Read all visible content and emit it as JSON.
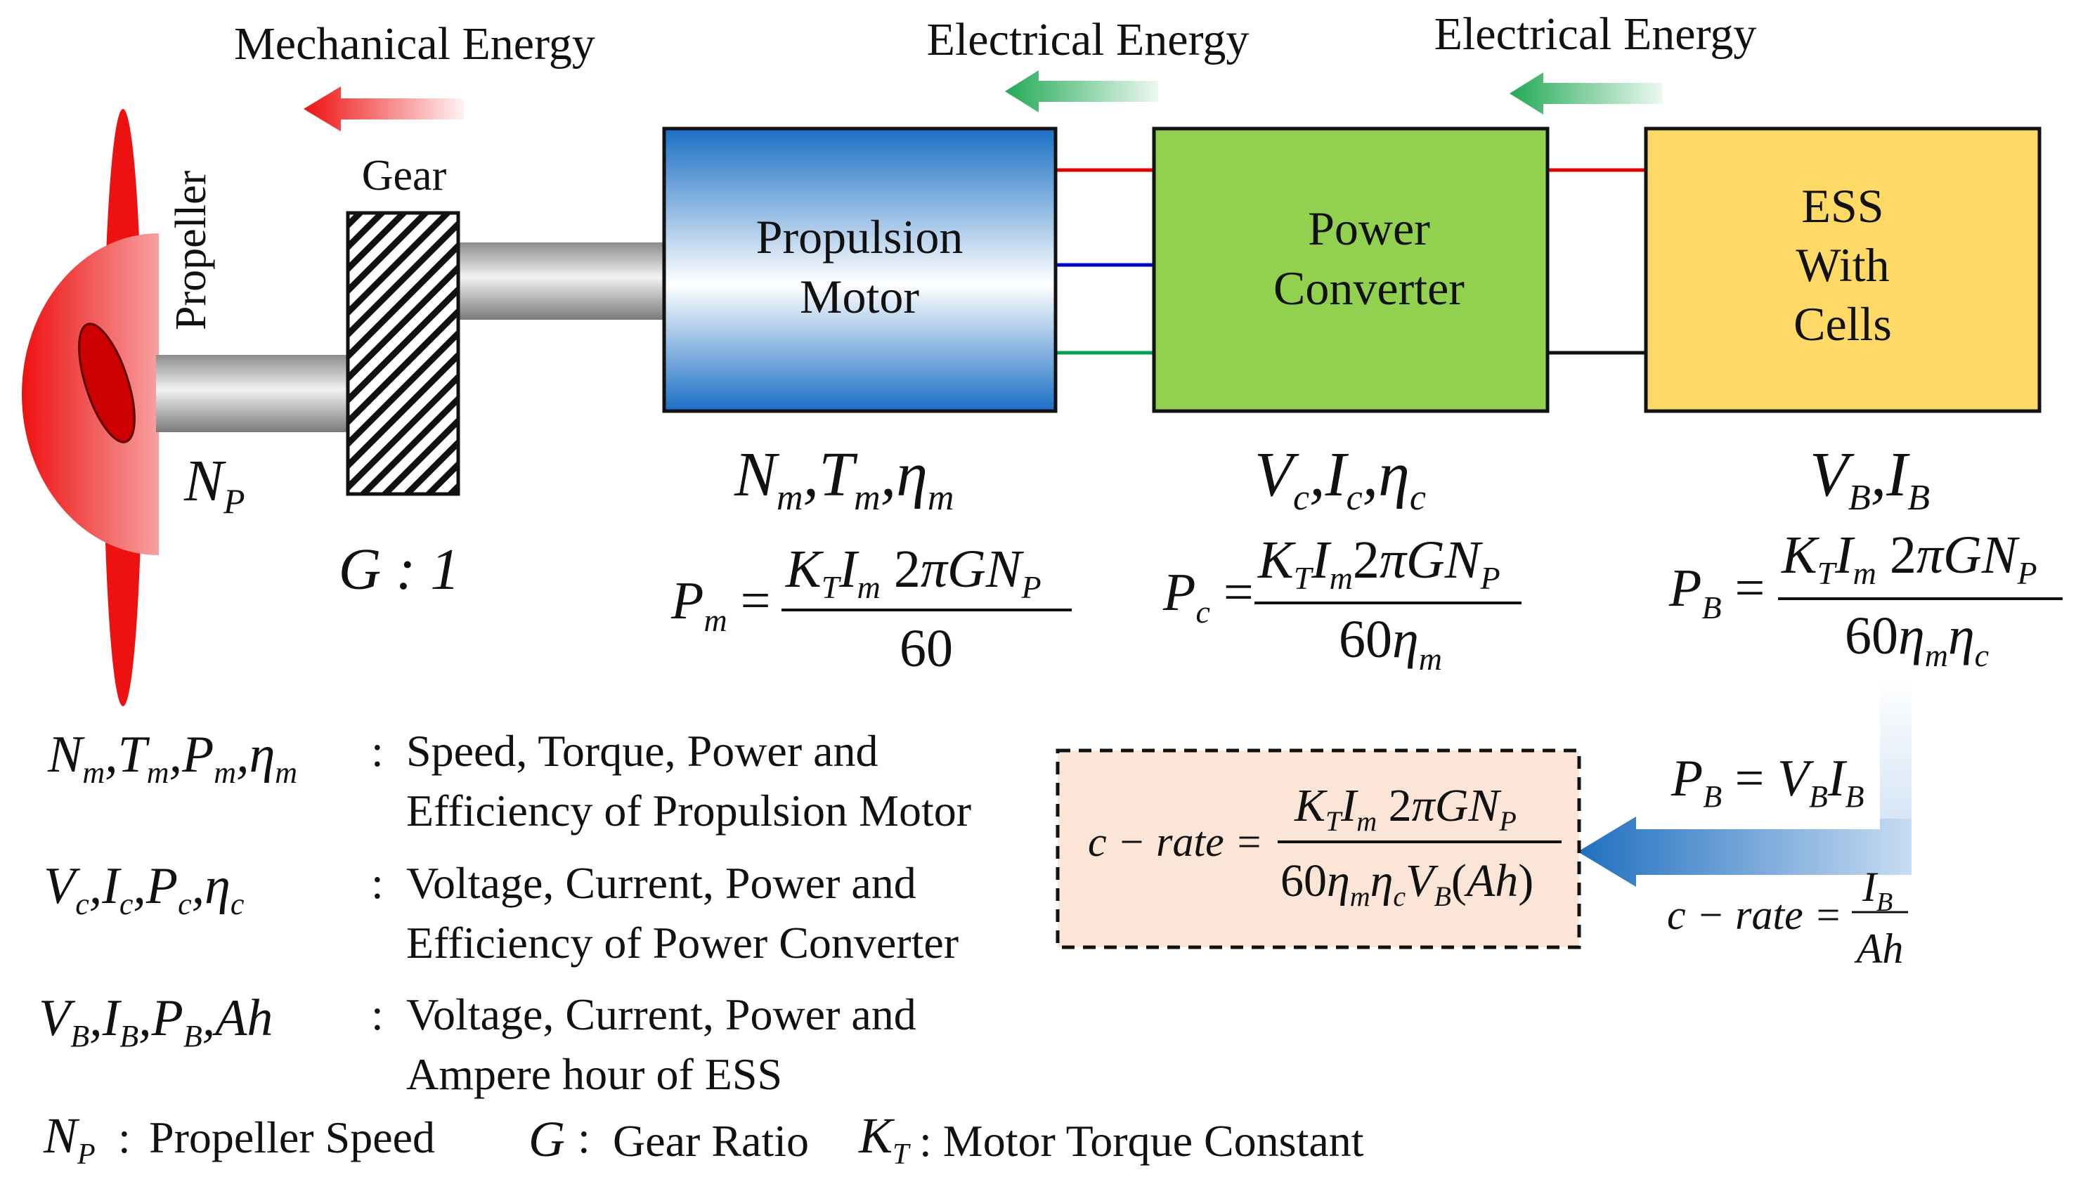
{
  "labels": {
    "mechanical_energy": "Mechanical Energy",
    "electrical_energy_1": "Electrical Energy",
    "electrical_energy_2": "Electrical Energy",
    "propeller": "Propeller",
    "gear": "Gear",
    "gear_ratio": "G : 1"
  },
  "boxes": {
    "motor": [
      "Propulsion",
      "Motor"
    ],
    "converter": [
      "Power",
      "Converter"
    ],
    "ess": [
      "ESS",
      "With",
      "Cells"
    ]
  },
  "colors": {
    "propeller": "#ee1111",
    "motor_top": "#1a6fc4",
    "converter": "#92d050",
    "ess": "#ffd966",
    "crate_box": "#fbe5d6",
    "wire_red": "#e00000",
    "wire_blue": "#0000cc",
    "wire_green": "#00a050",
    "arrow_green": "#22aa55",
    "arrow_blue": "#1f6fc0"
  },
  "legend": [
    {
      "desc": [
        "Speed, Torque, Power and",
        "Efficiency of Propulsion Motor"
      ]
    },
    {
      "desc": [
        "Voltage, Current, Power and",
        "Efficiency of Power Converter"
      ]
    },
    {
      "desc": [
        "Voltage, Current, Power and",
        "Ampere hour of ESS"
      ]
    }
  ],
  "footer": {
    "np_desc": "Propeller Speed",
    "g_desc": "Gear Ratio",
    "kt_desc": ": Motor Torque Constant"
  }
}
